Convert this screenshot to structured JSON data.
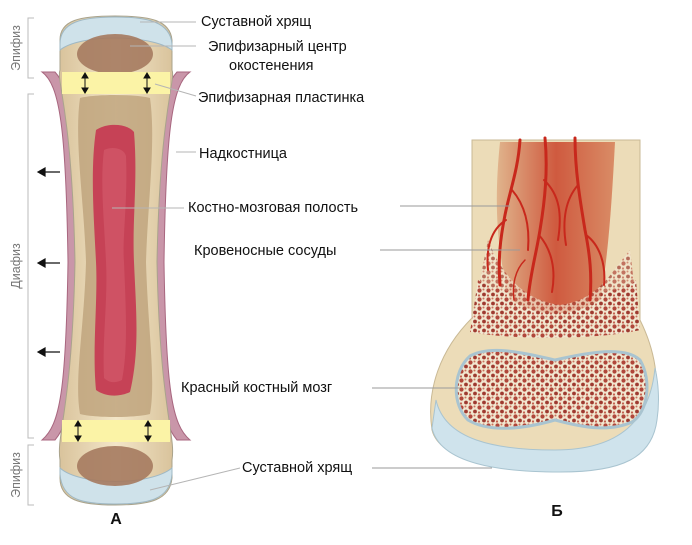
{
  "figure_a": {
    "letter": "А",
    "side_labels": {
      "epiphysis_top": "Эпифиз",
      "diaphysis": "Диафиз",
      "epiphysis_bottom": "Эпифиз"
    },
    "labels": {
      "articular_cartilage_top": "Суставной хрящ",
      "ossification_center_line1": "Эпифизарный центр",
      "ossification_center_line2": "окостенения",
      "epiphyseal_plate": "Эпифизарная пластинка",
      "periosteum": "Надкостница",
      "marrow_cavity": "Костно-мозговая полость",
      "articular_cartilage_bottom": "Суставной хрящ"
    }
  },
  "figure_b": {
    "letter": "Б",
    "labels": {
      "blood_vessels": "Кровеносные сосуды",
      "red_marrow": "Красный костный мозг"
    }
  },
  "colors": {
    "bone": "#ead9b6",
    "cartilage": "#d6e6ee",
    "plate": "#fbf3a6",
    "marrow": "#c4475a",
    "spongy": "#b8a07e",
    "periosteum": "#b87a94",
    "vessel": "#c8281c"
  }
}
